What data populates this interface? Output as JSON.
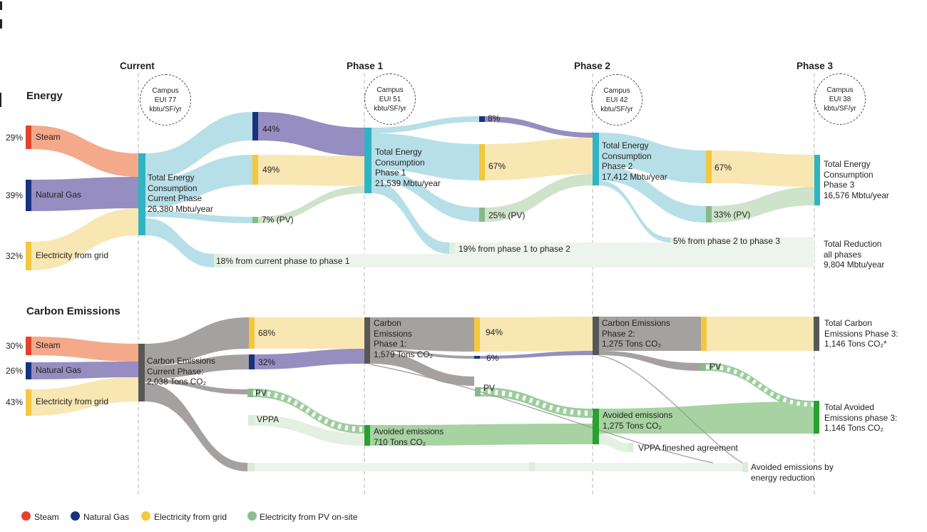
{
  "palette": {
    "steam_node": "#e2432d",
    "steam_flow": "#f4a98a",
    "gas_node": "#17327e",
    "gas_flow": "#968dc1",
    "grid_node": "#f3c73e",
    "grid_flow": "#f8e7b2",
    "pv_node": "#85bb8b",
    "pv_flow": "#cfe3cb",
    "total_node": "#2fb4c4",
    "total_flow": "#b7dfe8",
    "carbon_node": "#575756",
    "carbon_flow": "#a5a1a0",
    "avoided_node": "#28a12f",
    "avoided_flow": "#a7d2a2",
    "reduction_band": "#edf4ec",
    "vppa_flow": "#e4f0e2",
    "vppa_stub": "#dcecdb",
    "band_stub": "#dcead8",
    "band_stub2": "#e0eedd",
    "dashed_pv": "#9dcd9e",
    "thin_line": "#9a9a98",
    "edge_mark": "#222222"
  },
  "phases": {
    "current": "Current",
    "p1": "Phase 1",
    "p2": "Phase 2",
    "p3": "Phase 3"
  },
  "circles": {
    "current": "Campus\nEUI 77\nkbtu/SF/yr",
    "p1": "Campus\nEUI 51\nkbtu/SF/yr",
    "p2": "Campus\nEUI 42\nkbtu/SF/yr",
    "p3": "Campus\nEUI 38\nkbtu/SF/yr"
  },
  "energy": {
    "heading": "Energy",
    "sources": [
      {
        "pct": "29%",
        "label": "Steam"
      },
      {
        "pct": "39%",
        "label": "Natural Gas"
      },
      {
        "pct": "32%",
        "label": "Electricity from grid"
      }
    ],
    "total_current": "Total Energy\nConsumption\nCurrent Phase\n26,380 Mbtu/year",
    "total_p1": "Total Energy\nConsumption\nPhase 1\n21,539 Mbtu/year",
    "total_p2": "Total Energy\nConsumption\nPhase 2\n17,412 Mbtu/year",
    "total_p3": "Total Energy\nConsumption\nPhase 3\n16,576 Mbtu/year",
    "split_p1": [
      "44%",
      "49%",
      "7% (PV)"
    ],
    "split_p2": [
      "8%",
      "67%",
      "25% (PV)"
    ],
    "split_p3": [
      "67%",
      "33% (PV)"
    ],
    "red1": "18% from current phase to phase 1",
    "red2": "19% from phase 1 to phase 2",
    "red3": "5% from phase 2 to phase 3",
    "total_reduction": "Total Reduction\nall phases\n9,804 Mbtu/year"
  },
  "carbon": {
    "heading": "Carbon Emissions",
    "sources": [
      {
        "pct": "30%",
        "label": "Steam"
      },
      {
        "pct": "26%",
        "label": "Natural Gas"
      },
      {
        "pct": "43%",
        "label": "Electricity from grid"
      }
    ],
    "total_current": "Carbon Emissions\nCurrent Phase:\n2,038 Tons CO₂",
    "total_p1": "Carbon\nEmissions\nPhase 1:\n1,579 Tons CO₂",
    "total_p2": "Carbon Emissions\nPhase 2:\n1,275 Tons CO₂",
    "total_p3": "Total Carbon\nEmissions Phase 3:\n1,146 Tons CO₂*",
    "split_p1": [
      "68%",
      "32%",
      "PV",
      "VPPA"
    ],
    "split_p2": [
      "94%",
      "6%",
      "PV"
    ],
    "split_p3_pv": "PV",
    "avoided_p1": "Avoided emissions\n710 Tons CO₂",
    "avoided_p2": "Avoided emissions\n1,275 Tons CO₂",
    "avoided_p3": "Total Avoided\nEmissions  phase 3:\n1,146 Tons CO₂",
    "vppa_note": "VPPA fineshed agreement",
    "avoided_reduction": "Avoided emissions by\nenergy reduction"
  },
  "legend": {
    "items": [
      {
        "label": "Steam",
        "color": "#e2432d"
      },
      {
        "label": "Natural Gas",
        "color": "#17327e"
      },
      {
        "label": "Electricity from grid",
        "color": "#f3c73e"
      },
      {
        "label": "Electricity from PV on-site",
        "color": "#8cbd90"
      }
    ]
  },
  "chart_data": {
    "type": "sankey",
    "sections": [
      {
        "name": "Energy",
        "unit": "Mbtu/year",
        "sources": [
          {
            "label": "Steam",
            "share_pct": 29
          },
          {
            "label": "Natural Gas",
            "share_pct": 39
          },
          {
            "label": "Electricity from grid",
            "share_pct": 32
          }
        ],
        "phases": [
          {
            "phase": "Current",
            "total": 26380,
            "eui": "Campus EUI 77 kbtu/SF/yr"
          },
          {
            "phase": "Phase 1",
            "total": 21539,
            "eui": "Campus EUI 51 kbtu/SF/yr",
            "mix": {
              "Natural Gas": 44,
              "Electricity from grid": 49,
              "PV": 7
            },
            "reduction_from_prev_pct": 18
          },
          {
            "phase": "Phase 2",
            "total": 17412,
            "eui": "Campus EUI 42 kbtu/SF/yr",
            "mix": {
              "Natural Gas": 8,
              "Electricity from grid": 67,
              "PV": 25
            },
            "reduction_from_prev_pct": 19
          },
          {
            "phase": "Phase 3",
            "total": 16576,
            "eui": "Campus EUI 38 kbtu/SF/yr",
            "mix": {
              "Electricity from grid": 67,
              "PV": 33
            },
            "reduction_from_prev_pct": 5
          }
        ],
        "total_reduction": 9804
      },
      {
        "name": "Carbon Emissions",
        "unit": "Tons CO2",
        "sources": [
          {
            "label": "Steam",
            "share_pct": 30
          },
          {
            "label": "Natural Gas",
            "share_pct": 26
          },
          {
            "label": "Electricity from grid",
            "share_pct": 43
          }
        ],
        "phases": [
          {
            "phase": "Current",
            "total": 2038
          },
          {
            "phase": "Phase 1",
            "total": 1579,
            "mix": {
              "Electricity from grid": 68,
              "Natural Gas": 32
            },
            "avoided": 710
          },
          {
            "phase": "Phase 2",
            "total": 1275,
            "mix": {
              "Electricity from grid": 94,
              "Natural Gas": 6
            },
            "avoided": 1275
          },
          {
            "phase": "Phase 3",
            "total": 1146,
            "avoided": 1146,
            "note": "VPPA fineshed agreement"
          }
        ]
      }
    ]
  }
}
